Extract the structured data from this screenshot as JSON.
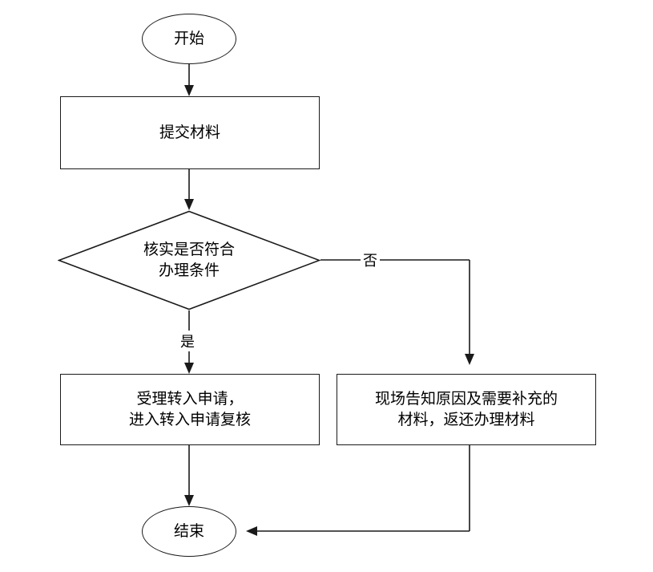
{
  "diagram": {
    "type": "flowchart",
    "title": "",
    "nodes": [
      {
        "id": "start",
        "shape": "terminator",
        "label": "开始"
      },
      {
        "id": "submit",
        "shape": "process",
        "label": "提交材料"
      },
      {
        "id": "verify",
        "shape": "decision",
        "label_line1": "核实是否符合",
        "label_line2": "办理条件"
      },
      {
        "id": "accept",
        "shape": "process",
        "label_line1": "受理转入申请，",
        "label_line2": "进入转入申请复核"
      },
      {
        "id": "inform",
        "shape": "process",
        "label_line1": "现场告知原因及需要补充的",
        "label_line2": "材料，返还办理材料"
      },
      {
        "id": "end",
        "shape": "terminator",
        "label": "结束"
      }
    ],
    "edges": [
      {
        "from": "start",
        "to": "submit",
        "label": ""
      },
      {
        "from": "submit",
        "to": "verify",
        "label": ""
      },
      {
        "from": "verify",
        "to": "accept",
        "label": "是"
      },
      {
        "from": "verify",
        "to": "inform",
        "label": "否"
      },
      {
        "from": "accept",
        "to": "end",
        "label": ""
      },
      {
        "from": "inform",
        "to": "end",
        "label": ""
      }
    ],
    "colors": {
      "stroke": "#1a1a1a",
      "background": "#ffffff",
      "text": "#000000"
    }
  }
}
